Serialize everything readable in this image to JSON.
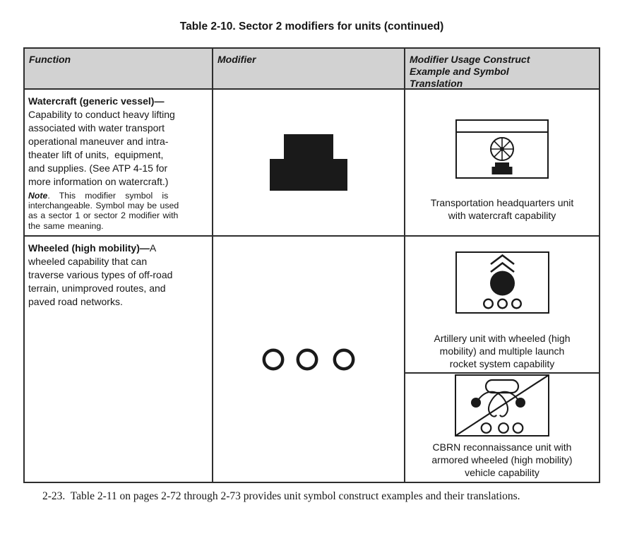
{
  "title": "Table 2-10. Sector 2 modifiers for units (continued)",
  "table": {
    "header": {
      "function": "Function",
      "modifier": "Modifier",
      "example": "Modifier Usage Construct\nExample and Symbol\nTranslation"
    },
    "rows": [
      {
        "function_lead": "Watercraft (generic vessel)—",
        "function_body": "\nCapability to conduct heavy lifting\nassociated with water transport\noperational maneuver and intra-\ntheater lift of units,  equipment,\nand supplies. (See ATP 4-15 for\nmore information on watercraft.)",
        "note_lead": "Note",
        "note_body": ".   This   modifier   symbol   is\ninterchangeable. Symbol may be used\nas a sector 1 or sector 2 modifier with\nthe same meaning.",
        "modifier_symbol": "watercraft-silhouette",
        "examples": [
          {
            "symbol": "transportation-hq-with-watercraft",
            "caption": "Transportation headquarters unit\nwith watercraft capability"
          }
        ]
      },
      {
        "function_lead": "Wheeled (high mobility)—",
        "function_body": "A\nwheeled capability that can\ntraverse various types of off-road\nterrain, unimproved routes, and\npaved road networks.",
        "modifier_symbol": "three-circles-wheeled",
        "examples": [
          {
            "symbol": "artillery-mlrs-wheeled",
            "caption": "Artillery unit with wheeled (high\nmobility) and multiple launch\nrocket system capability"
          },
          {
            "symbol": "cbrn-recon-armored-wheeled",
            "caption": "CBRN reconnaissance unit with\narmored wheeled (high mobility)\nvehicle capability"
          }
        ]
      }
    ]
  },
  "footer": {
    "paragraph": "2-23.  Table 2-11 on pages 2-72 through 2-73 provides unit symbol construct examples and their translations."
  },
  "colors": {
    "header_bg": "#d2d2d2",
    "border": "#2e2e2e",
    "ink": "#161616",
    "symbol_ink": "#1a1a1a"
  }
}
